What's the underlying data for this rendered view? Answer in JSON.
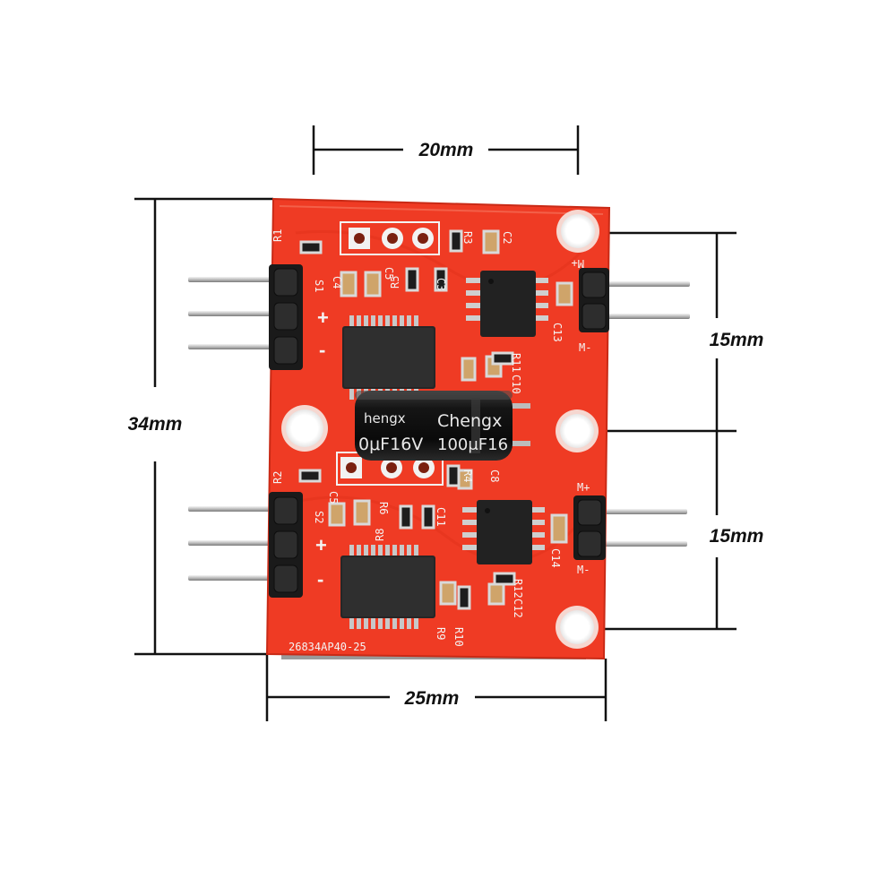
{
  "dimensions": {
    "top_width": "20mm",
    "height": "34mm",
    "bottom_width": "25mm",
    "right_upper": "15mm",
    "right_lower": "15mm"
  },
  "board": {
    "part_number": "26834AP40-25",
    "pcb_color": "#ef3b24",
    "capacitor": {
      "brand_left": "hengx",
      "brand_right": "Chengx",
      "rating_left": "0μF16V",
      "rating_right": "100μF16"
    },
    "silkscreen": {
      "r1": "R1",
      "r2": "R2",
      "r3": "R3",
      "r4": "R4",
      "r5": "R5",
      "r6": "R6",
      "r7": "R7",
      "r8": "R8",
      "r9": "R9",
      "r10": "R10",
      "r11": "R11",
      "r12": "R12",
      "c2": "C2",
      "c3": "C3",
      "c4": "C4",
      "c5": "C5",
      "c8": "C8",
      "c10": "C10",
      "c11": "C11",
      "c12": "C12",
      "c13": "C13",
      "c14": "C14",
      "s1": "S1",
      "s2": "S2",
      "plus_top": "+",
      "minus_top": "-",
      "plus_bottom": "+",
      "minus_bottom": "-",
      "m_plus_top": "M+",
      "m_minus_top": "M-",
      "m_plus_bottom": "M+",
      "m_minus_bottom": "M-"
    }
  }
}
